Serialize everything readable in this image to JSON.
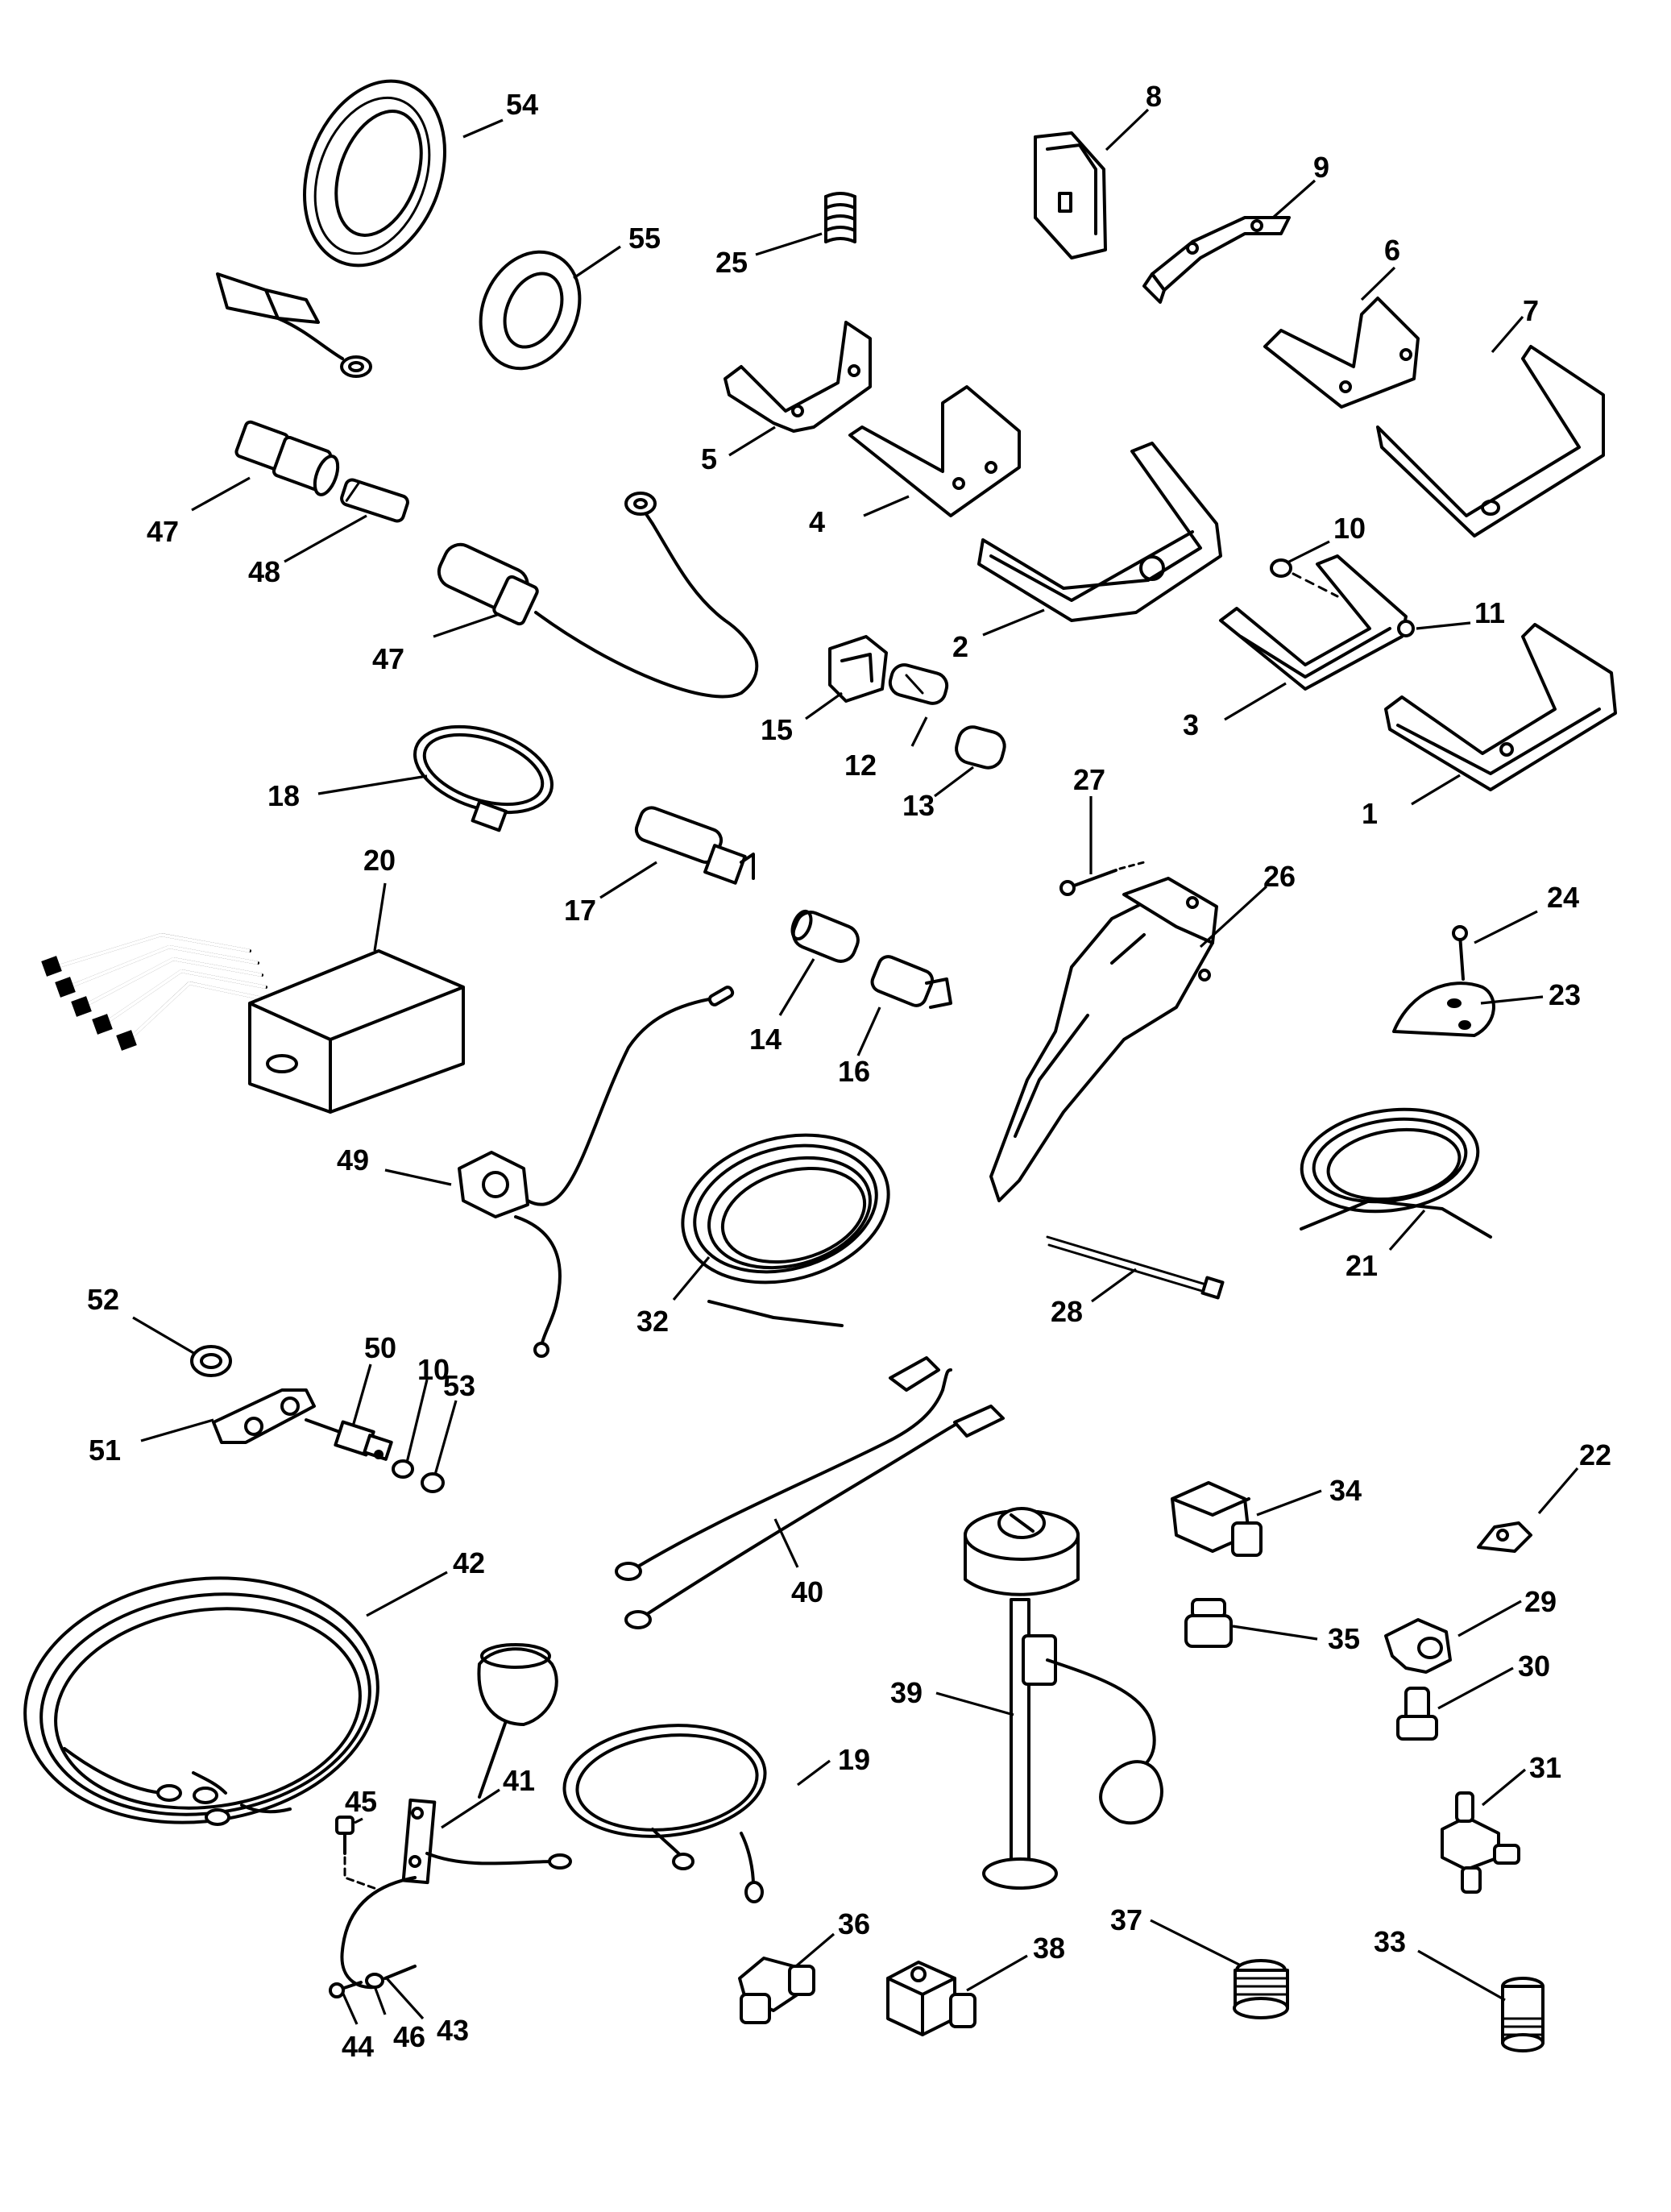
{
  "diagram": {
    "callouts": [
      "1",
      "2",
      "3",
      "4",
      "5",
      "6",
      "7",
      "8",
      "9",
      "10",
      "10",
      "11",
      "12",
      "13",
      "14",
      "15",
      "16",
      "17",
      "18",
      "19",
      "20",
      "21",
      "22",
      "23",
      "24",
      "25",
      "26",
      "27",
      "28",
      "29",
      "30",
      "31",
      "32",
      "33",
      "34",
      "35",
      "36",
      "37",
      "38",
      "39",
      "40",
      "41",
      "42",
      "43",
      "44",
      "45",
      "46",
      "47",
      "47",
      "48",
      "49",
      "50",
      "51",
      "52",
      "53",
      "54",
      "55"
    ]
  }
}
